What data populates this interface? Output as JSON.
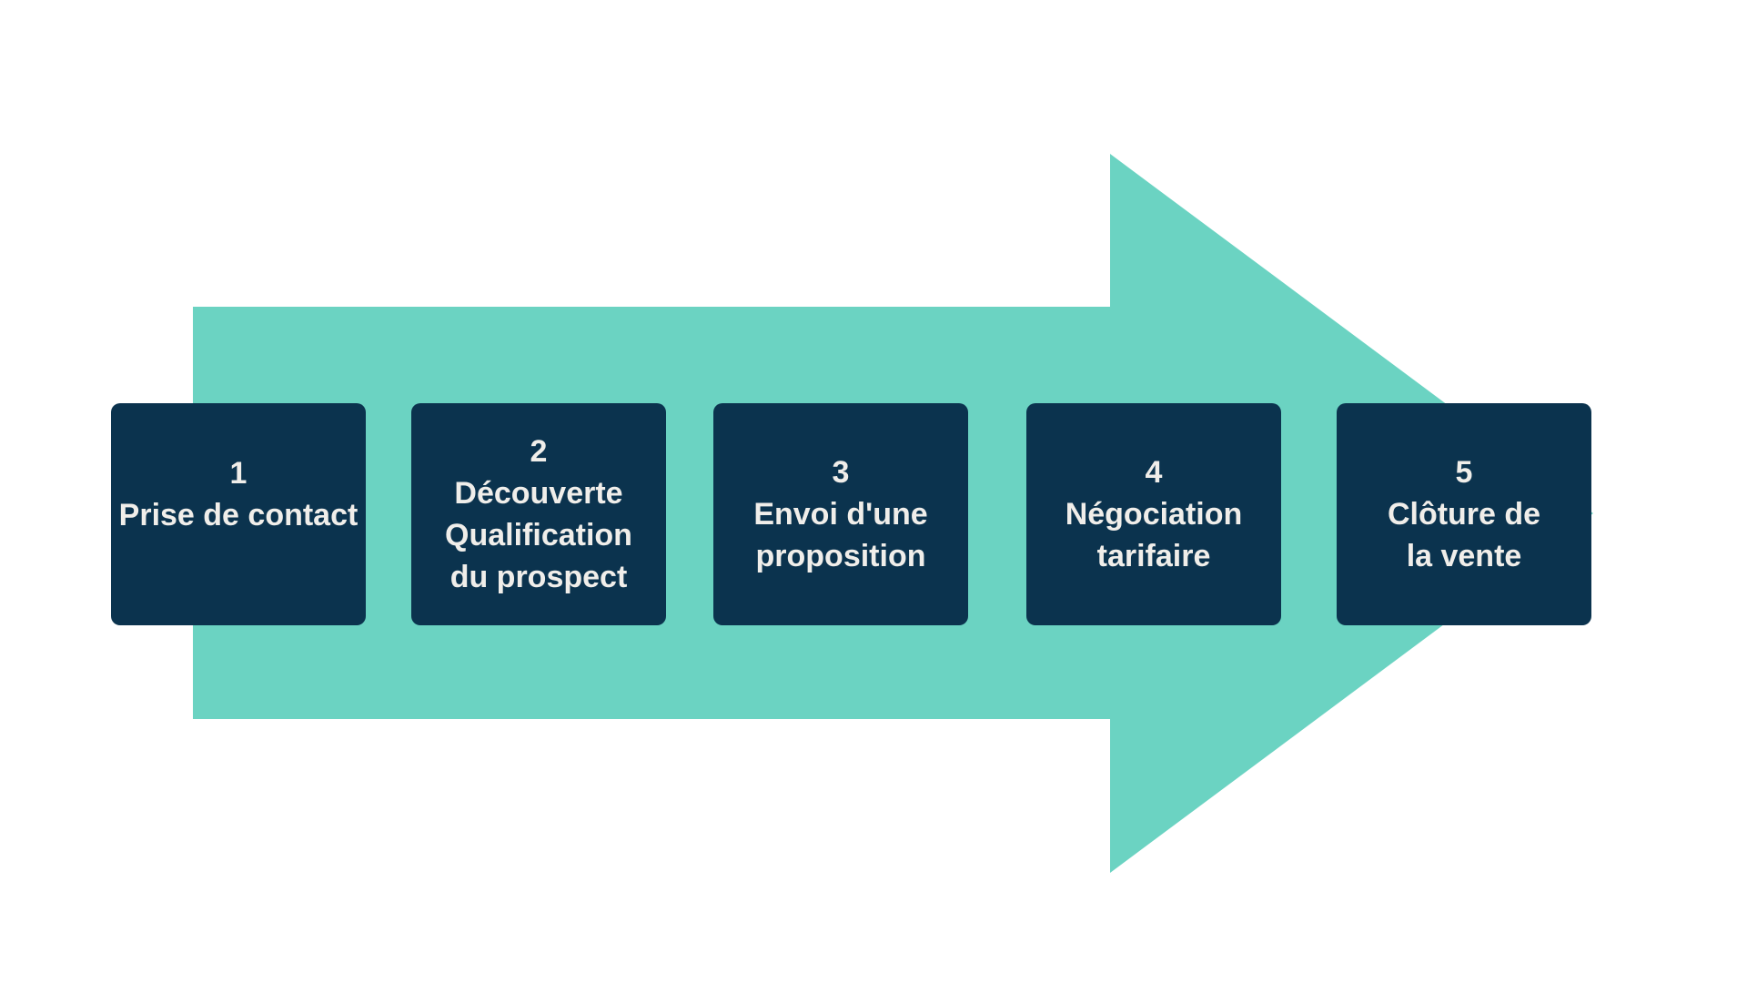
{
  "colors": {
    "arrow": "#6bd3c2",
    "box": "#0b334e",
    "text": "#f0eeea",
    "background": "#ffffff"
  },
  "arrow": {
    "icon": "right-arrow",
    "direction": "right"
  },
  "steps": [
    {
      "number": "1",
      "lines": [
        "Prise de contact"
      ]
    },
    {
      "number": "2",
      "lines": [
        "Découverte",
        "Qualification",
        "du prospect"
      ]
    },
    {
      "number": "3",
      "lines": [
        "Envoi d'une",
        "proposition"
      ]
    },
    {
      "number": "4",
      "lines": [
        "Négociation",
        "tarifaire"
      ]
    },
    {
      "number": "5",
      "lines": [
        "Clôture de",
        "la vente"
      ]
    }
  ]
}
